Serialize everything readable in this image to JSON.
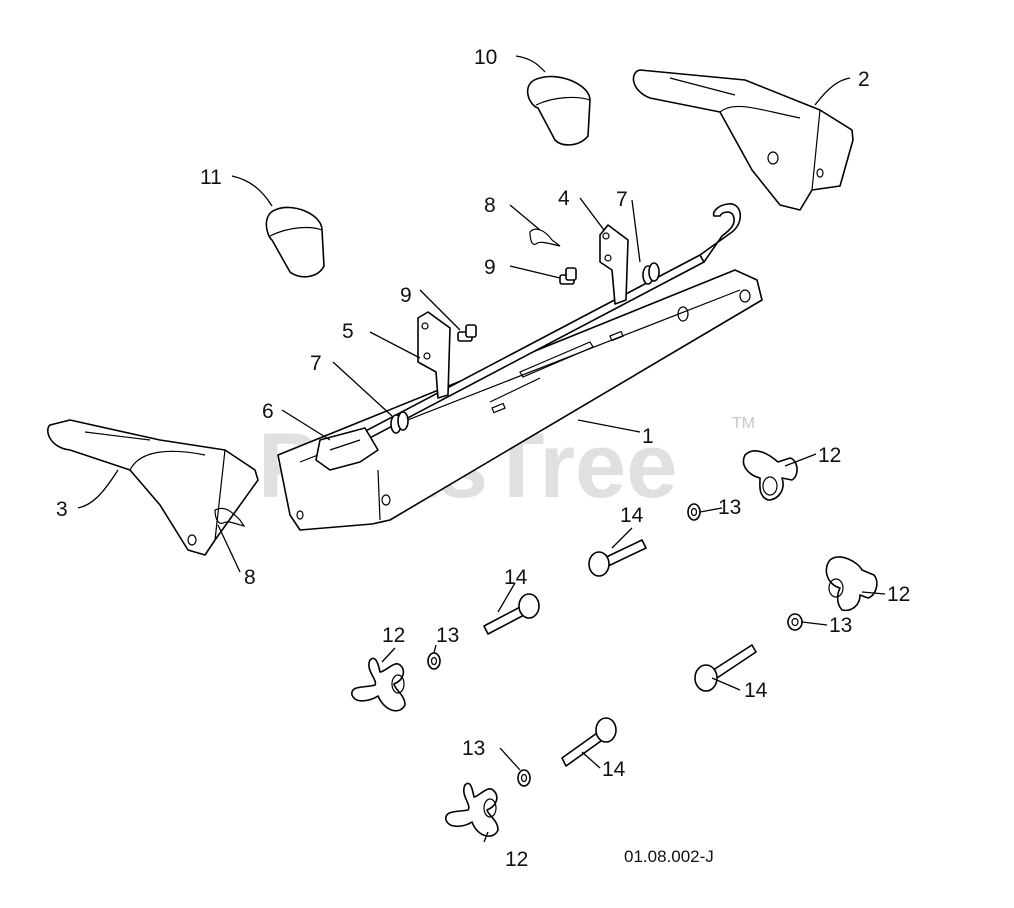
{
  "watermark": {
    "text": "PartsTree",
    "trademark": "TM"
  },
  "drawing_code": "01.08.002-J",
  "callouts": [
    {
      "id": "c1",
      "label": "1"
    },
    {
      "id": "c2",
      "label": "2"
    },
    {
      "id": "c3",
      "label": "3"
    },
    {
      "id": "c4",
      "label": "4"
    },
    {
      "id": "c5",
      "label": "5"
    },
    {
      "id": "c6",
      "label": "6"
    },
    {
      "id": "c7a",
      "label": "7"
    },
    {
      "id": "c7b",
      "label": "7"
    },
    {
      "id": "c8a",
      "label": "8"
    },
    {
      "id": "c8b",
      "label": "8"
    },
    {
      "id": "c9a",
      "label": "9"
    },
    {
      "id": "c9b",
      "label": "9"
    },
    {
      "id": "c10",
      "label": "10"
    },
    {
      "id": "c11",
      "label": "11"
    },
    {
      "id": "c12a",
      "label": "12"
    },
    {
      "id": "c12b",
      "label": "12"
    },
    {
      "id": "c12c",
      "label": "12"
    },
    {
      "id": "c12d",
      "label": "12"
    },
    {
      "id": "c13a",
      "label": "13"
    },
    {
      "id": "c13b",
      "label": "13"
    },
    {
      "id": "c13c",
      "label": "13"
    },
    {
      "id": "c13d",
      "label": "13"
    },
    {
      "id": "c14a",
      "label": "14"
    },
    {
      "id": "c14b",
      "label": "14"
    },
    {
      "id": "c14c",
      "label": "14"
    },
    {
      "id": "c14d",
      "label": "14"
    }
  ]
}
